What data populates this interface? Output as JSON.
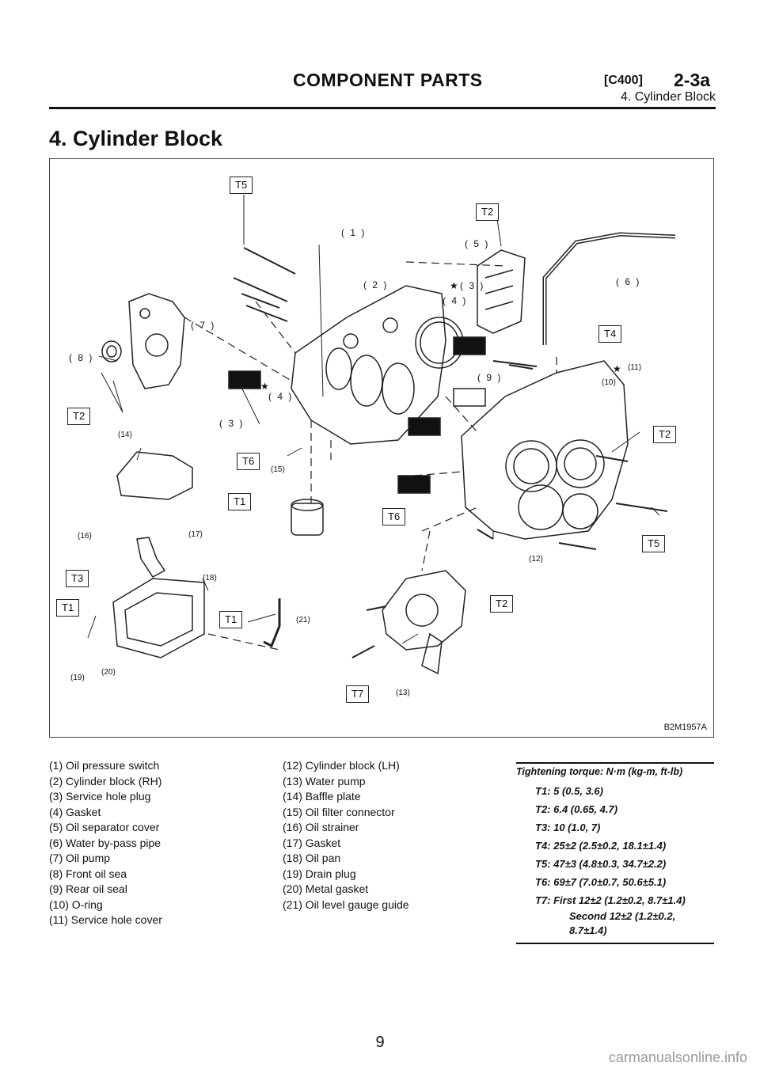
{
  "header": {
    "title": "COMPONENT PARTS",
    "code": "[C400]",
    "section": "2-3a",
    "subtitle": "4. Cylinder Block"
  },
  "page_heading": "4. Cylinder Block",
  "diagram": {
    "figure_id": "B2M1957A",
    "torque_tags": {
      "t5_top": "T5",
      "t2_top": "T2",
      "t4": "T4",
      "t2_right": "T2",
      "t2_left": "T2",
      "t6_left": "T6",
      "t1_mid": "T1",
      "t6_right": "T6",
      "t5_right": "T5",
      "t3": "T3",
      "t1_left": "T1",
      "t1_pan": "T1",
      "t2_bottom": "T2",
      "t7": "T7"
    },
    "callouts": {
      "c1": "( 1 )",
      "c2": "( 2 )",
      "c3a": "( 3 )",
      "c4a": "( 4 )",
      "c5": "( 5 )",
      "c6": "( 6 )",
      "c7": "( 7 )",
      "c8": "( 8 )",
      "c9": "( 9 )",
      "c3b": "( 3 )",
      "c4b": "( 4 )",
      "c10": "(10)",
      "c11": "(11)",
      "c12": "(12)",
      "c13": "(13)",
      "c14": "(14)",
      "c15": "(15)",
      "c16": "(16)",
      "c17": "(17)",
      "c18": "(18)",
      "c19": "(19)",
      "c20": "(20)",
      "c21": "(21)",
      "star": "★"
    }
  },
  "legend": {
    "col1": [
      "(1) Oil pressure switch",
      "(2) Cylinder block (RH)",
      "(3) Service hole plug",
      "(4) Gasket",
      "(5) Oil separator cover",
      "(6) Water by-pass pipe",
      "(7) Oil pump",
      "(8) Front oil sea",
      "(9) Rear oil seal",
      "(10) O-ring",
      "(11) Service hole cover"
    ],
    "col2": [
      "(12) Cylinder block (LH)",
      "(13) Water pump",
      "(14) Baffle plate",
      "(15) Oil filter connector",
      "(16) Oil strainer",
      "(17) Gasket",
      "(18) Oil pan",
      "(19) Drain plug",
      "(20) Metal gasket",
      "(21) Oil level gauge guide"
    ]
  },
  "torque": {
    "heading": "Tightening torque: N·m (kg-m, ft-lb)",
    "rows": [
      "T1: 5 (0.5, 3.6)",
      "T2: 6.4 (0.65, 4.7)",
      "T3: 10 (1.0, 7)",
      "T4: 25±2 (2.5±0.2, 18.1±1.4)",
      "T5: 47±3 (4.8±0.3, 34.7±2.2)",
      "T6: 69±7 (7.0±0.7, 50.6±5.1)",
      "T7: First 12±2 (1.2±0.2, 8.7±1.4)"
    ],
    "cont": [
      "Second 12±2 (1.2±0.2,",
      "8.7±1.4)"
    ]
  },
  "page_number": "9",
  "watermark": "carmanualsonline.info"
}
